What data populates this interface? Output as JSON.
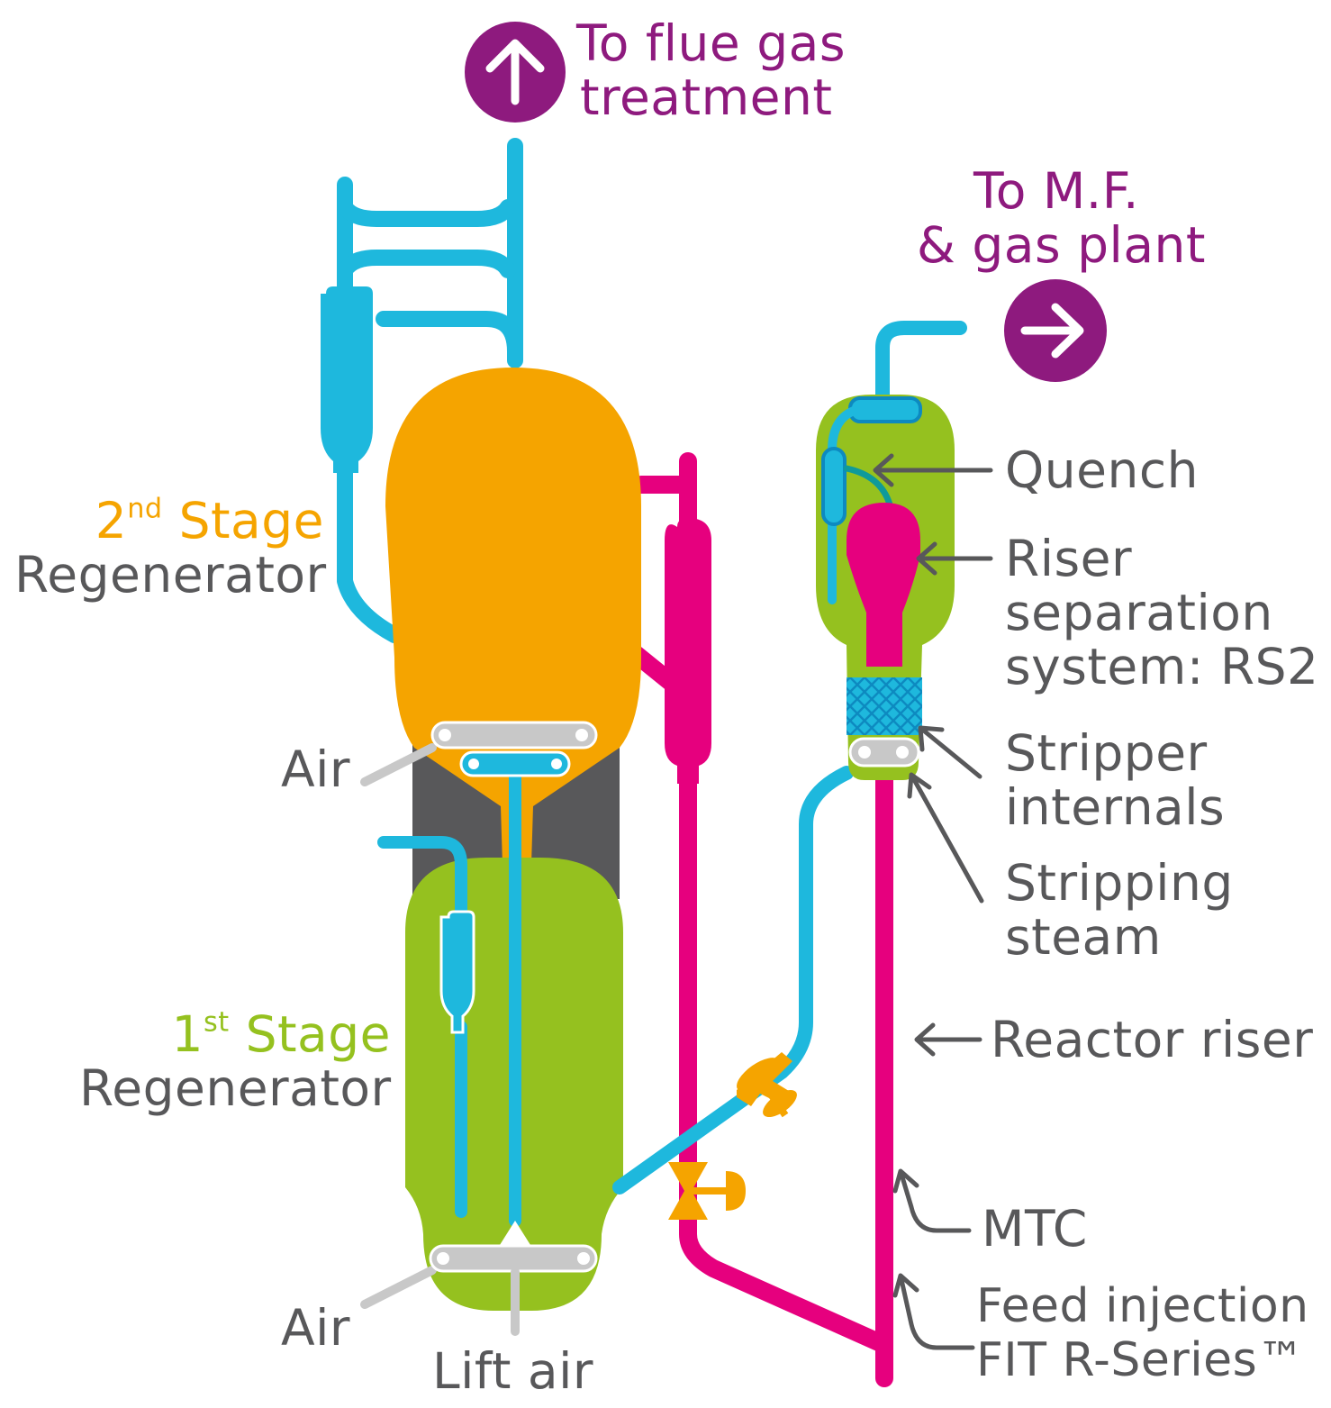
{
  "colors": {
    "blue": "#1eb8dd",
    "dark_blue": "#0d8ac0",
    "magenta": "#e6007e",
    "orange": "#f5a400",
    "green": "#95c11f",
    "dark_grey": "#58585a",
    "light_grey": "#c8c8c8",
    "purple": "#8e1a7e"
  },
  "outlets": {
    "flue_gas": {
      "icon": "arrow-up-icon",
      "line1": "To flue gas",
      "line2": "treatment"
    },
    "mf_gas_plant": {
      "icon": "arrow-right-icon",
      "line1": "To M.F.",
      "line2": "& gas plant"
    }
  },
  "regenerators": {
    "second": {
      "stage_num": "2",
      "stage_sup": "nd",
      "stage_word": "Stage",
      "name": "Regenerator"
    },
    "first": {
      "stage_num": "1",
      "stage_sup": "st",
      "stage_word": "Stage",
      "name": "Regenerator"
    }
  },
  "air_labels": {
    "upper_air": "Air",
    "lower_air": "Air",
    "lift_air": "Lift air"
  },
  "callouts": {
    "quench": "Quench",
    "riser_separation": [
      "Riser",
      "separation",
      "system: RS2"
    ],
    "stripper_internals": [
      "Stripper",
      "internals"
    ],
    "stripping_steam": [
      "Stripping",
      "steam"
    ],
    "reactor_riser": "Reactor riser",
    "mtc": "MTC",
    "feed_injection": [
      "Feed injection",
      "FIT R-Series™"
    ]
  }
}
